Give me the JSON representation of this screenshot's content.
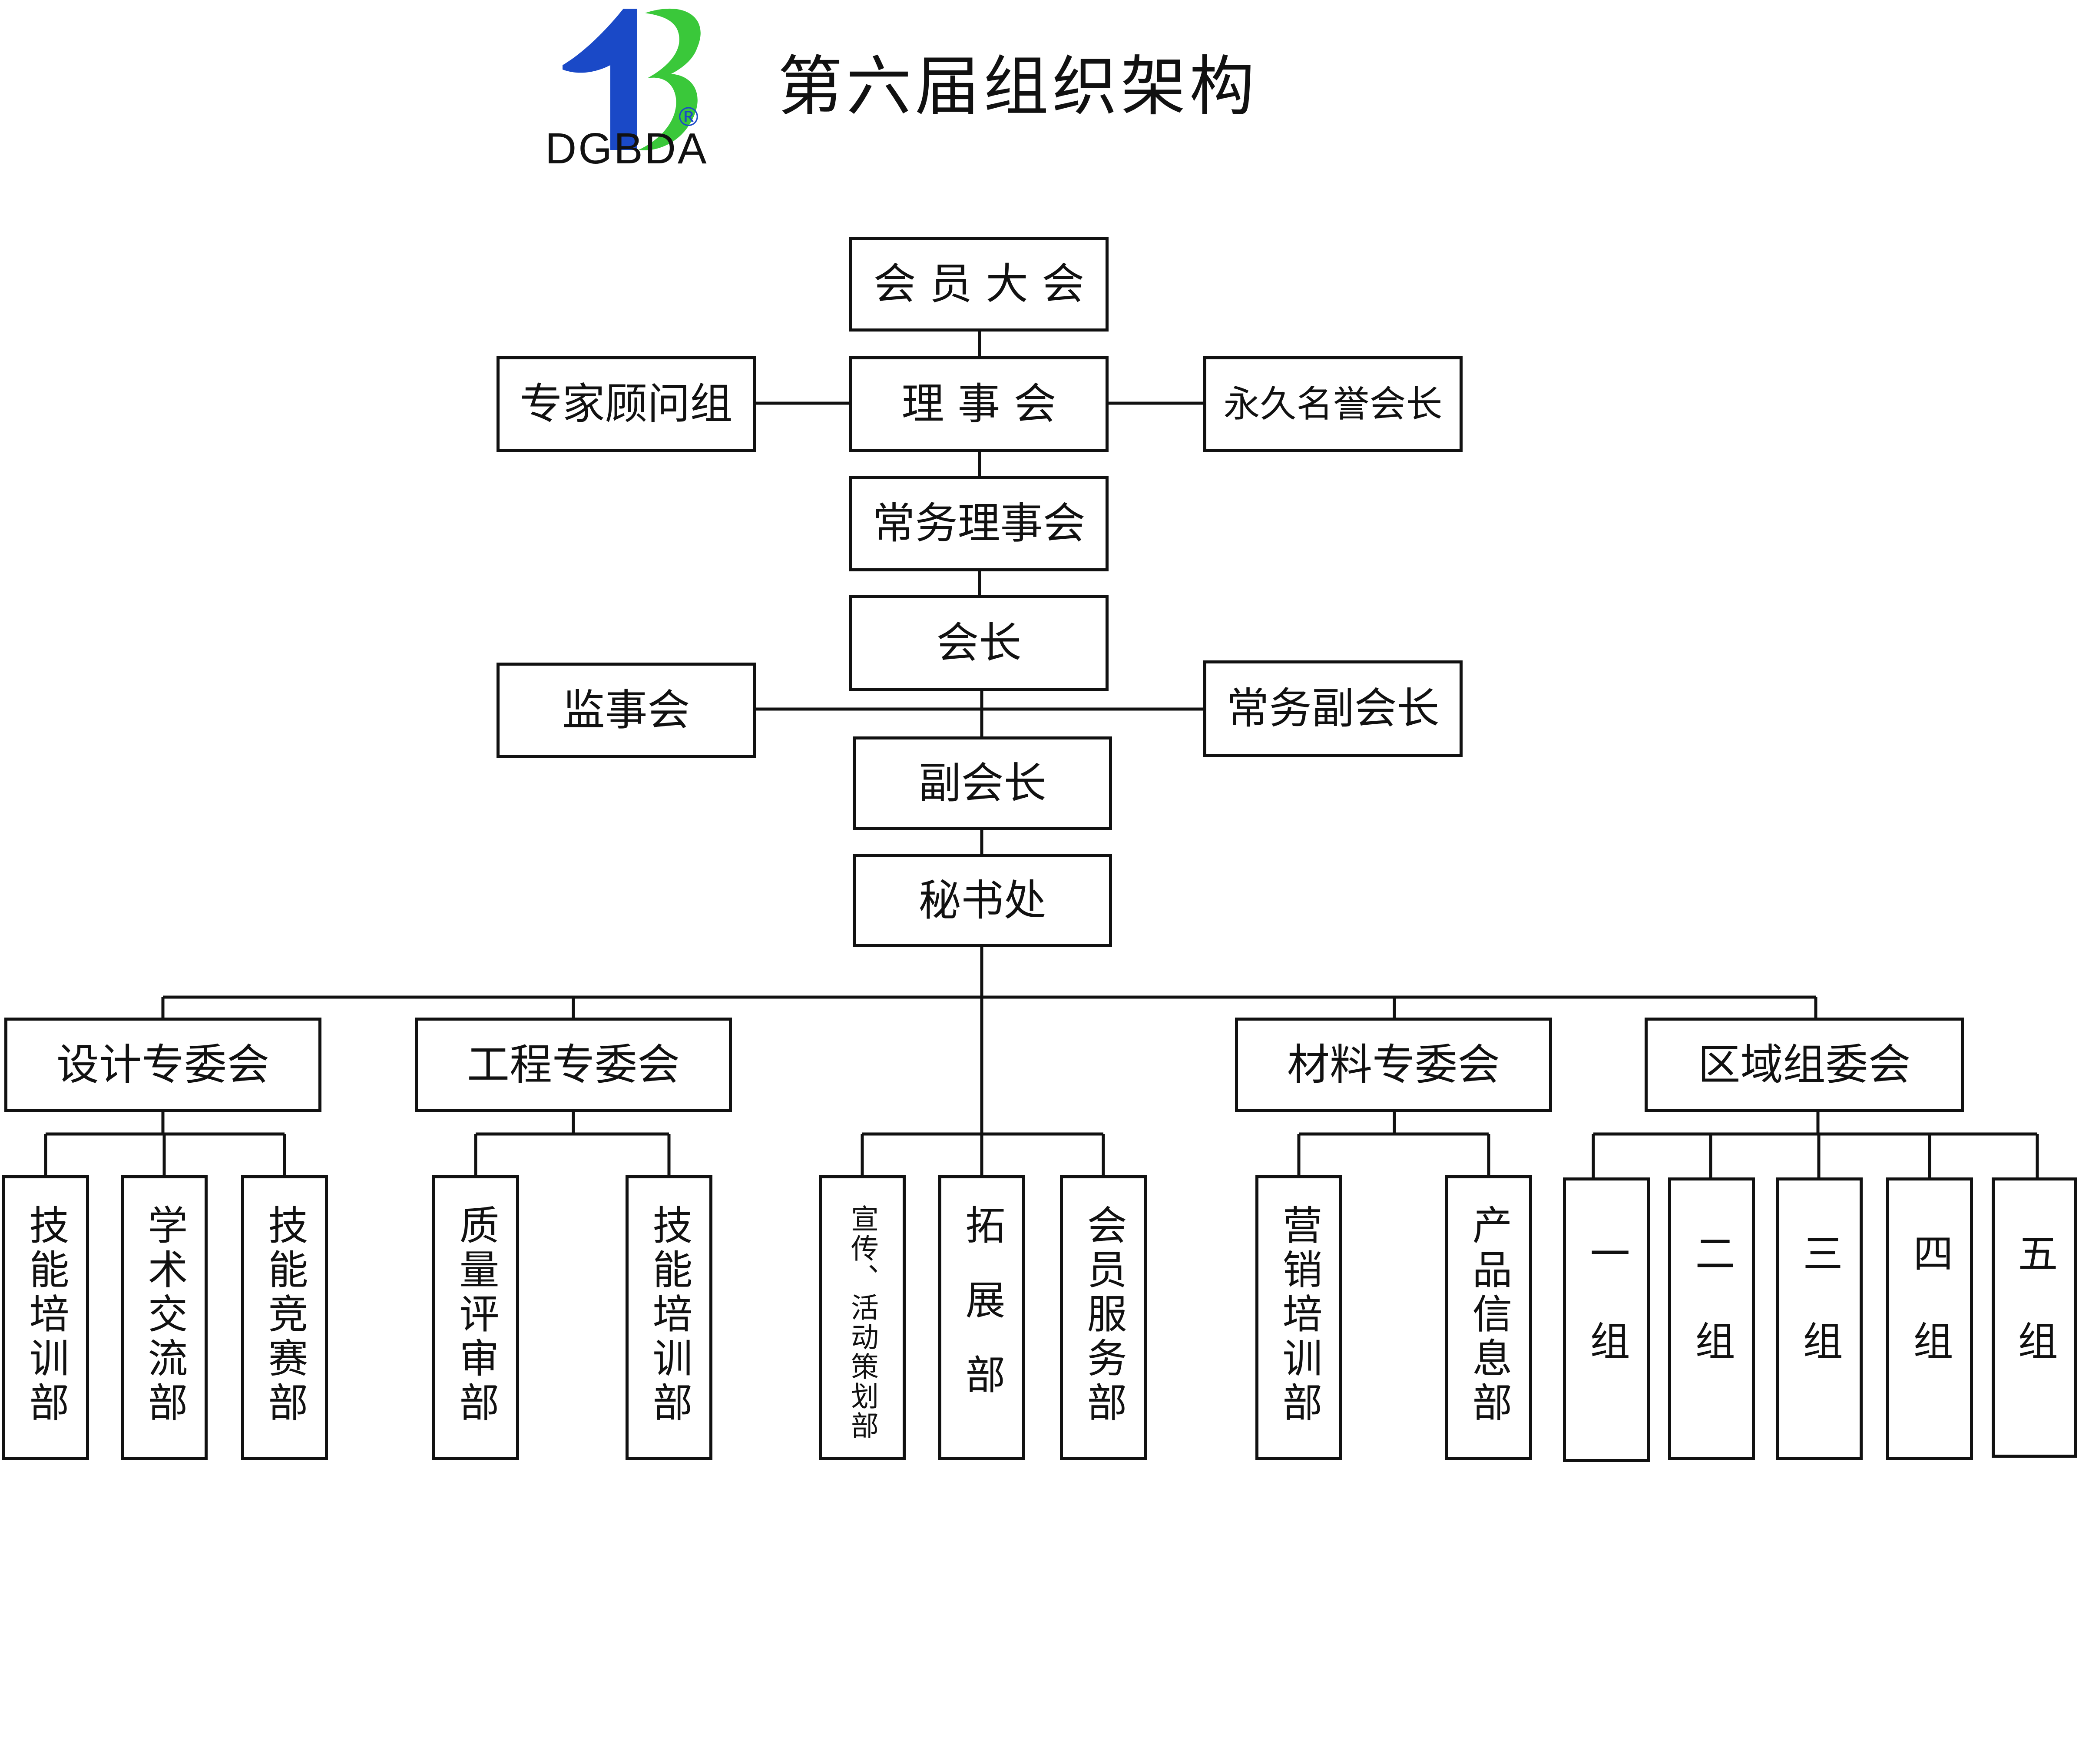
{
  "header": {
    "title": "第六届组织架构",
    "logo_text": "DGBDA",
    "logo_mark": "®",
    "logo_colors": {
      "blue": "#1a49c7",
      "green": "#3ac83a"
    }
  },
  "nodes": {
    "general_assembly": "会 员 大 会",
    "council": "理 事 会",
    "expert_group": "专家顾问组",
    "honorary_president": "永久名誉会长",
    "standing_council": "常务理事会",
    "president": "会长",
    "supervisory_board": "监事会",
    "exec_vice_president": "常务副会长",
    "vice_president": "副会长",
    "secretariat": "秘书处"
  },
  "committees": [
    {
      "label": "设计专委会",
      "units": [
        "技能培训部",
        "学术交流部",
        "技能竞赛部"
      ]
    },
    {
      "label": "工程专委会",
      "units": [
        "质量评审部",
        "技能培训部"
      ]
    },
    {
      "label": "",
      "units": [
        "宣传、活动策划部",
        "拓展部",
        "会员服务部"
      ]
    },
    {
      "label": "材料专委会",
      "units": [
        "营销培训部",
        "产品信息部"
      ]
    },
    {
      "label": "区域组委会",
      "units": [
        "一组",
        "二组",
        "三组",
        "四组",
        "五组"
      ]
    }
  ]
}
